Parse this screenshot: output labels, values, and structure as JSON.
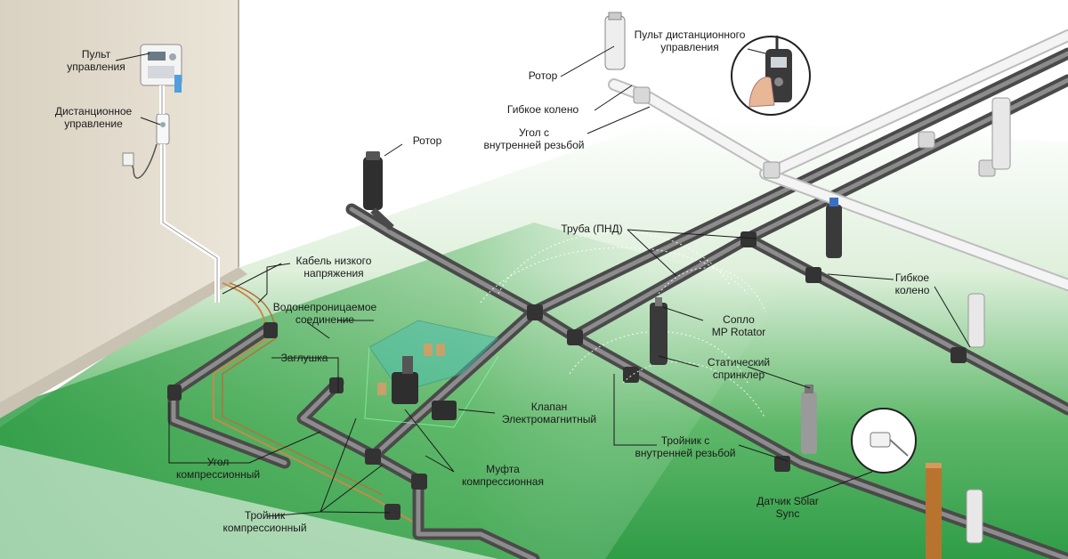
{
  "labels": {
    "controller": [
      "Пульт",
      "управления"
    ],
    "remote_receiver": [
      "Дистанционное",
      "управление"
    ],
    "cable": [
      "Кабель низкого",
      "напряжения"
    ],
    "waterproof_connection": [
      "Водонепроницаемое",
      "соединение"
    ],
    "plug": [
      "Заглушка"
    ],
    "elbow_compression": [
      "Угол",
      "компрессионный"
    ],
    "tee_compression": [
      "Тройник",
      "компрессионный"
    ],
    "coupling_compression": [
      "Муфта",
      "компрессионная"
    ],
    "valve": [
      "Клапан",
      "Электромагнитный"
    ],
    "rotor_mid": [
      "Ротор"
    ],
    "rotor_top": [
      "Ротор"
    ],
    "remote_control": [
      "Пульт дистанционного",
      "управления"
    ],
    "swing_joint_top": [
      "Гибкое колено"
    ],
    "female_elbow": [
      "Угол с",
      "внутренней резьбой"
    ],
    "pipe": [
      "Труба (ПНД)"
    ],
    "swing_joint_right": [
      "Гибкое",
      "колено"
    ],
    "nozzle": [
      "Сопло",
      "MP Rotator"
    ],
    "static_sprinkler": [
      "Статический",
      "спринклер"
    ],
    "female_tee": [
      "Тройник с",
      "внутренней резьбой"
    ],
    "sensor": [
      "Датчик Solar",
      "Sync"
    ]
  },
  "colors": {
    "lawn": "#3aa64a",
    "wall": "#e2dbcd",
    "pipe": "#6f6f6f",
    "pipe_light": "#ededee",
    "valve_box": "#4fbfad",
    "post": "#b8742f"
  },
  "icons": [
    "controller-icon",
    "remote-control-icon",
    "valve-icon",
    "rotor-icon",
    "sprinkler-icon",
    "sensor-icon"
  ]
}
